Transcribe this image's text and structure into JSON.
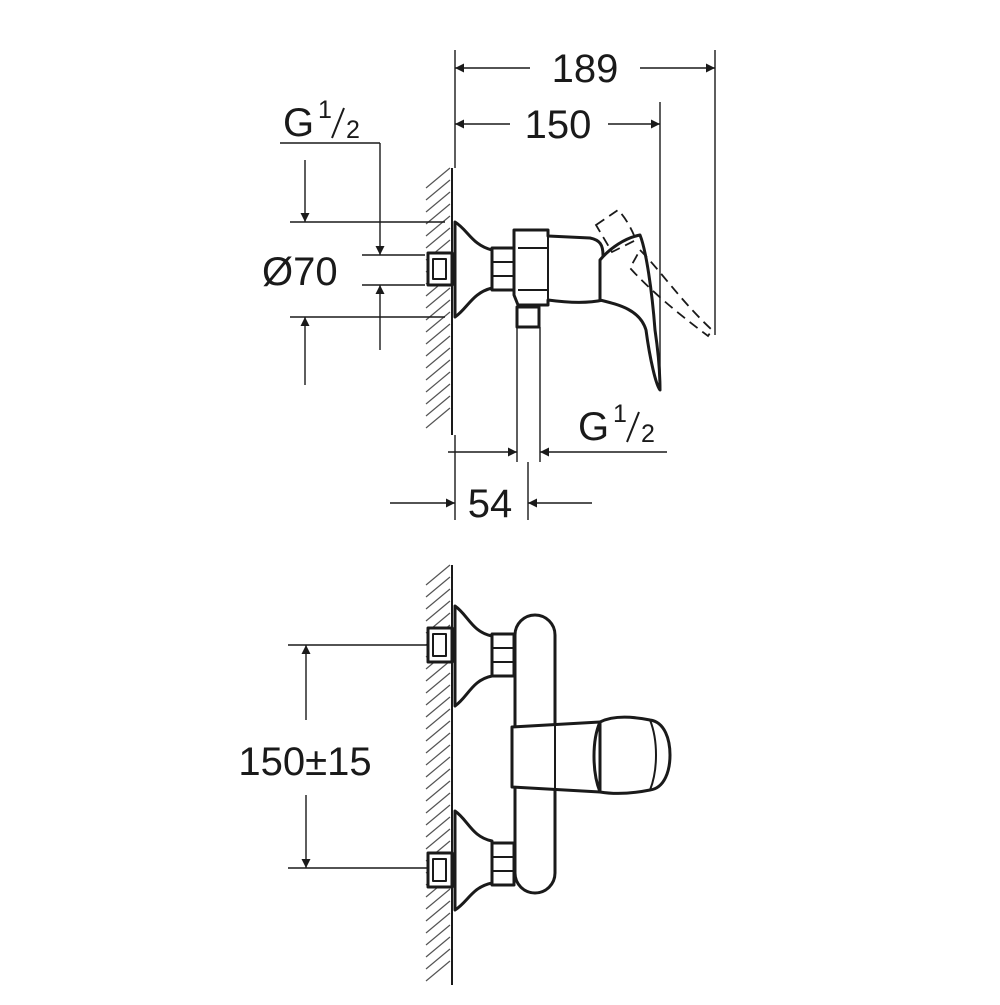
{
  "dimensions": {
    "overall_depth": "189",
    "body_depth": "150",
    "inlet_thread_g": "G",
    "inlet_thread_num": "1",
    "inlet_thread_den": "2",
    "rosette_diameter": "Ø70",
    "outlet_thread_g": "G",
    "outlet_thread_num": "1",
    "outlet_thread_den": "2",
    "outlet_offset": "54",
    "inlet_spacing": "150±15"
  }
}
